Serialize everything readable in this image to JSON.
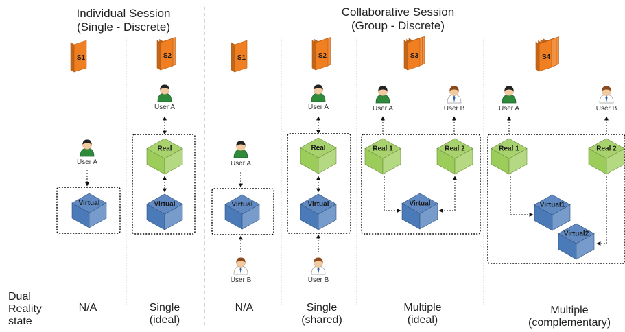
{
  "headers": {
    "individual_title": "Individual Session",
    "individual_sub": "(Single - Discrete)",
    "collab_title": "Collaborative Session",
    "collab_sub": "(Group - Discrete)"
  },
  "row_label": [
    "Dual",
    "Reality",
    "state"
  ],
  "states": [
    {
      "line1": "N/A",
      "line2": ""
    },
    {
      "line1": "Single",
      "line2": "(ideal)"
    },
    {
      "line1": "N/A",
      "line2": ""
    },
    {
      "line1": "Single",
      "line2": "(shared)"
    },
    {
      "line1": "Multiple",
      "line2": "(ideal)"
    },
    {
      "line1": "Multiple",
      "line2": "(complementary)"
    }
  ],
  "servers": [
    "S1",
    "S2",
    "S1",
    "S2",
    "S3",
    "S4"
  ],
  "users": {
    "a": "User A",
    "b": "User B"
  },
  "cubes": {
    "virtual": "Virtual",
    "real": "Real",
    "real1": "Real 1",
    "real2": "Real 2",
    "virtual1": "Virtual1",
    "virtual2": "Virtual2"
  },
  "colors": {
    "server_orange": "#f07f22",
    "real_green": "#9ccc5a",
    "virtual_blue": "#4a7ab8",
    "user_green": "#2f8a3c",
    "user_b_shirt": "#ffffff"
  }
}
